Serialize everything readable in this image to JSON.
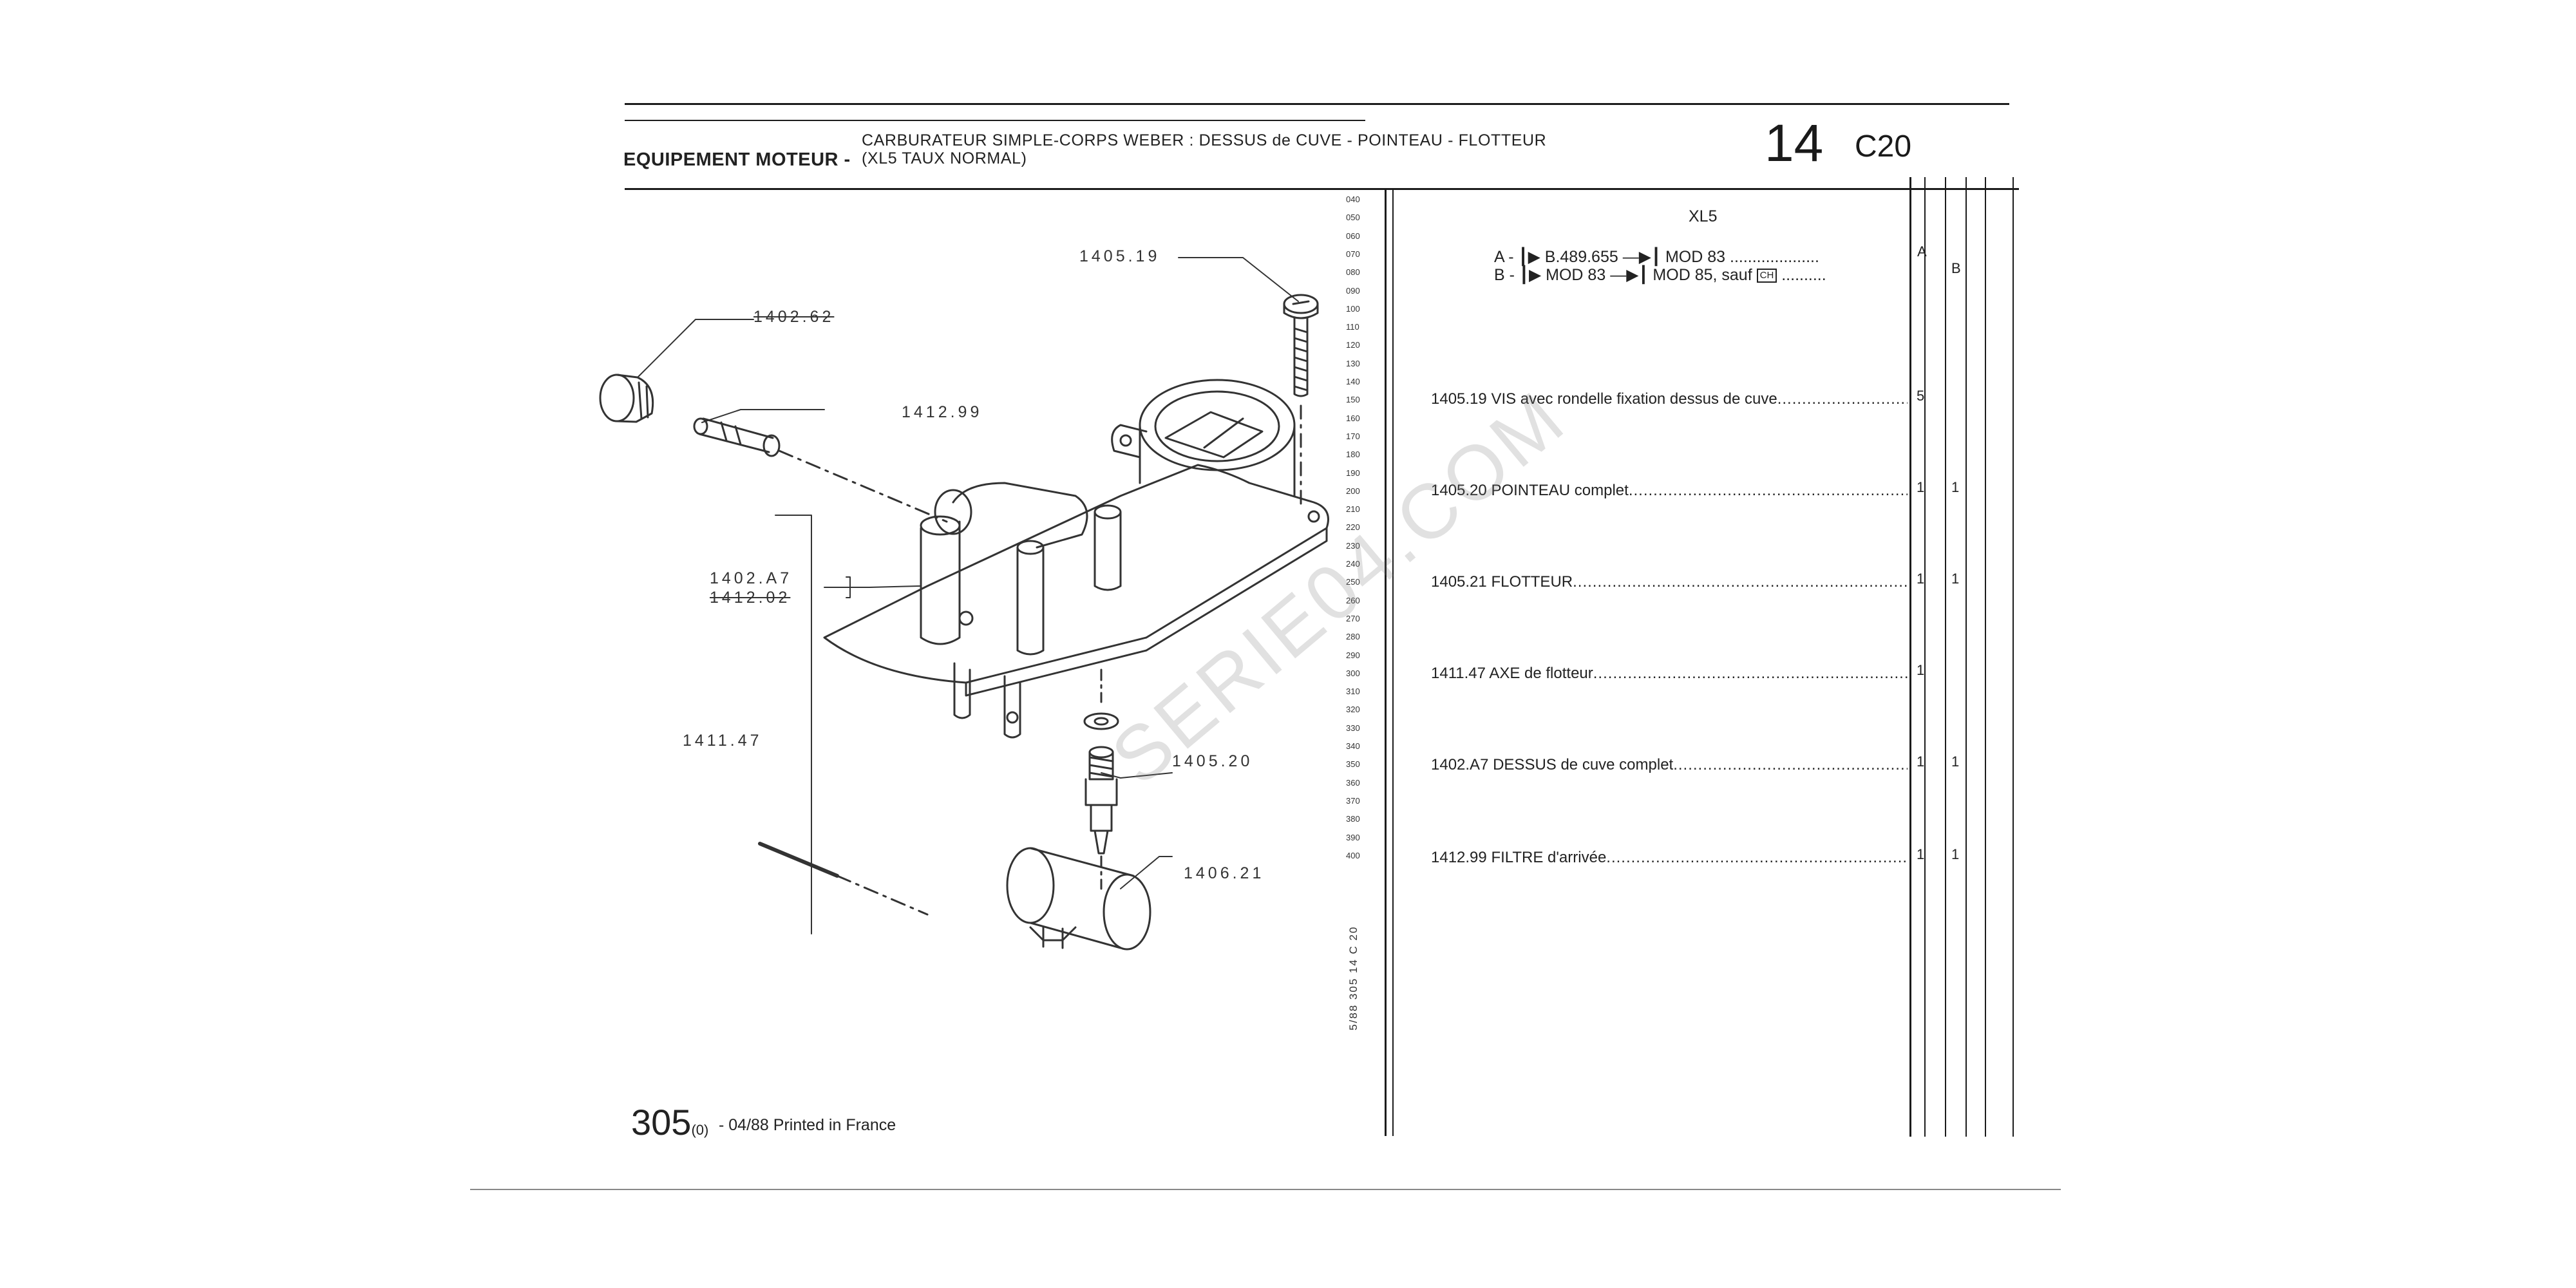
{
  "header": {
    "section_label": "EQUIPEMENT MOTEUR -",
    "title_line1": "CARBURATEUR SIMPLE-CORPS WEBER : DESSUS de CUVE - POINTEAU - FLOTTEUR",
    "title_line2": "(XL5 TAUX NORMAL)",
    "group_number": "14",
    "section_code": "C20"
  },
  "ruler": {
    "ticks": [
      "040",
      "050",
      "060",
      "070",
      "080",
      "090",
      "100",
      "110",
      "120",
      "130",
      "140",
      "150",
      "160",
      "170",
      "180",
      "190",
      "200",
      "210",
      "220",
      "230",
      "240",
      "250",
      "260",
      "270",
      "280",
      "290",
      "300",
      "310",
      "320",
      "330",
      "340",
      "350",
      "360",
      "370",
      "380",
      "390",
      "400"
    ],
    "side_code": "5/88  305  14 C 20"
  },
  "variants": {
    "heading": "XL5",
    "a_label": "A -",
    "a_text": "B.489.655",
    "a_end": "MOD 83",
    "a_col": "A",
    "b_label": "B -",
    "b_text": "MOD 83",
    "b_end": "MOD 85, sauf",
    "b_badge": "CH",
    "b_col": "B"
  },
  "parts": [
    {
      "ref": "1405.19",
      "desc": "VIS avec rondelle fixation dessus de cuve",
      "qty_a": "5",
      "qty_b": ""
    },
    {
      "ref": "1405.20",
      "desc": "POINTEAU complet",
      "qty_a": "1",
      "qty_b": "1"
    },
    {
      "ref": "1405.21",
      "desc": "FLOTTEUR",
      "qty_a": "1",
      "qty_b": "1"
    },
    {
      "ref": "1411.47",
      "desc": "AXE de flotteur",
      "qty_a": "1",
      "qty_b": ""
    },
    {
      "ref": "1402.A7",
      "desc": "DESSUS de cuve complet",
      "qty_a": "1",
      "qty_b": "1"
    },
    {
      "ref": "1412.99",
      "desc": "FILTRE d'arrivée",
      "qty_a": "1",
      "qty_b": "1"
    }
  ],
  "diagram_callouts": {
    "c1405_19": "1405.19",
    "c1402_62": "1402.62",
    "c1412_99": "1412.99",
    "c1402_A7": "1402.A7",
    "c1412_02": "1412.02",
    "c1411_47": "1411.47",
    "c1405_20": "1405.20",
    "c1406_21": "1406.21"
  },
  "footer": {
    "page_number": "305",
    "page_suffix": "(0)",
    "print_info": "- 04/88 Printed in France"
  },
  "watermark": "SERIE04.COM"
}
